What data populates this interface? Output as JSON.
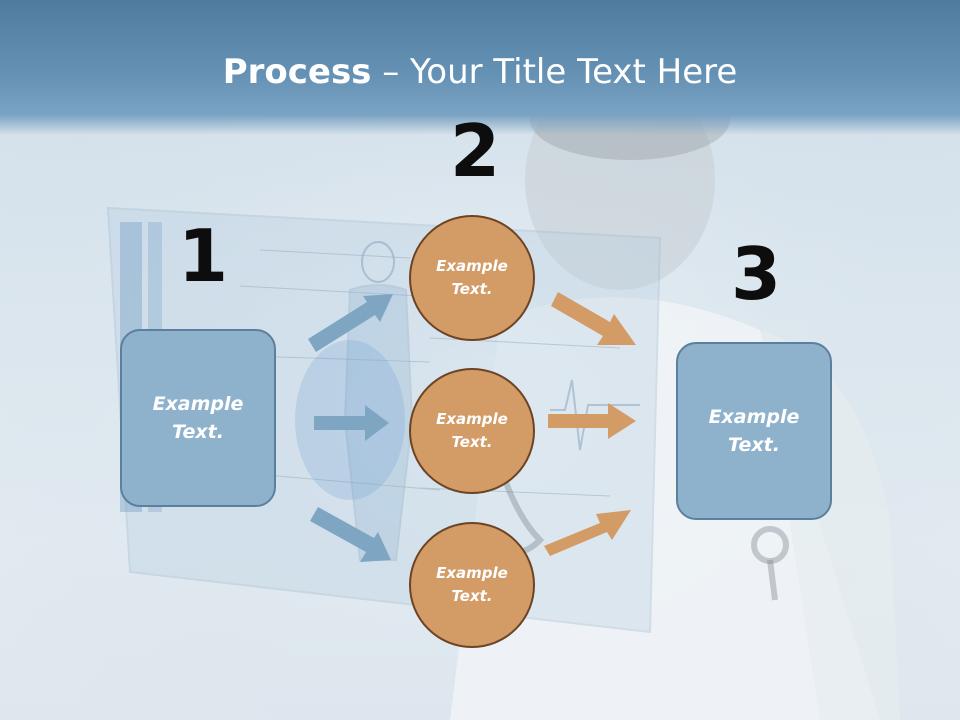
{
  "slide": {
    "title_bold": "Process",
    "title_rest": " – Your Title Text Here",
    "step_numbers": [
      "1",
      "2",
      "3"
    ],
    "left_box": "Example Text.",
    "right_box": "Example Text.",
    "circles": [
      "Example Text.",
      "Example Text.",
      "Example Text."
    ]
  },
  "colors": {
    "box_fill": "#8fb2cc",
    "circle_fill": "#d39b66",
    "blue_arrow": "#7ea6c3",
    "orange_arrow": "#d39b66"
  }
}
